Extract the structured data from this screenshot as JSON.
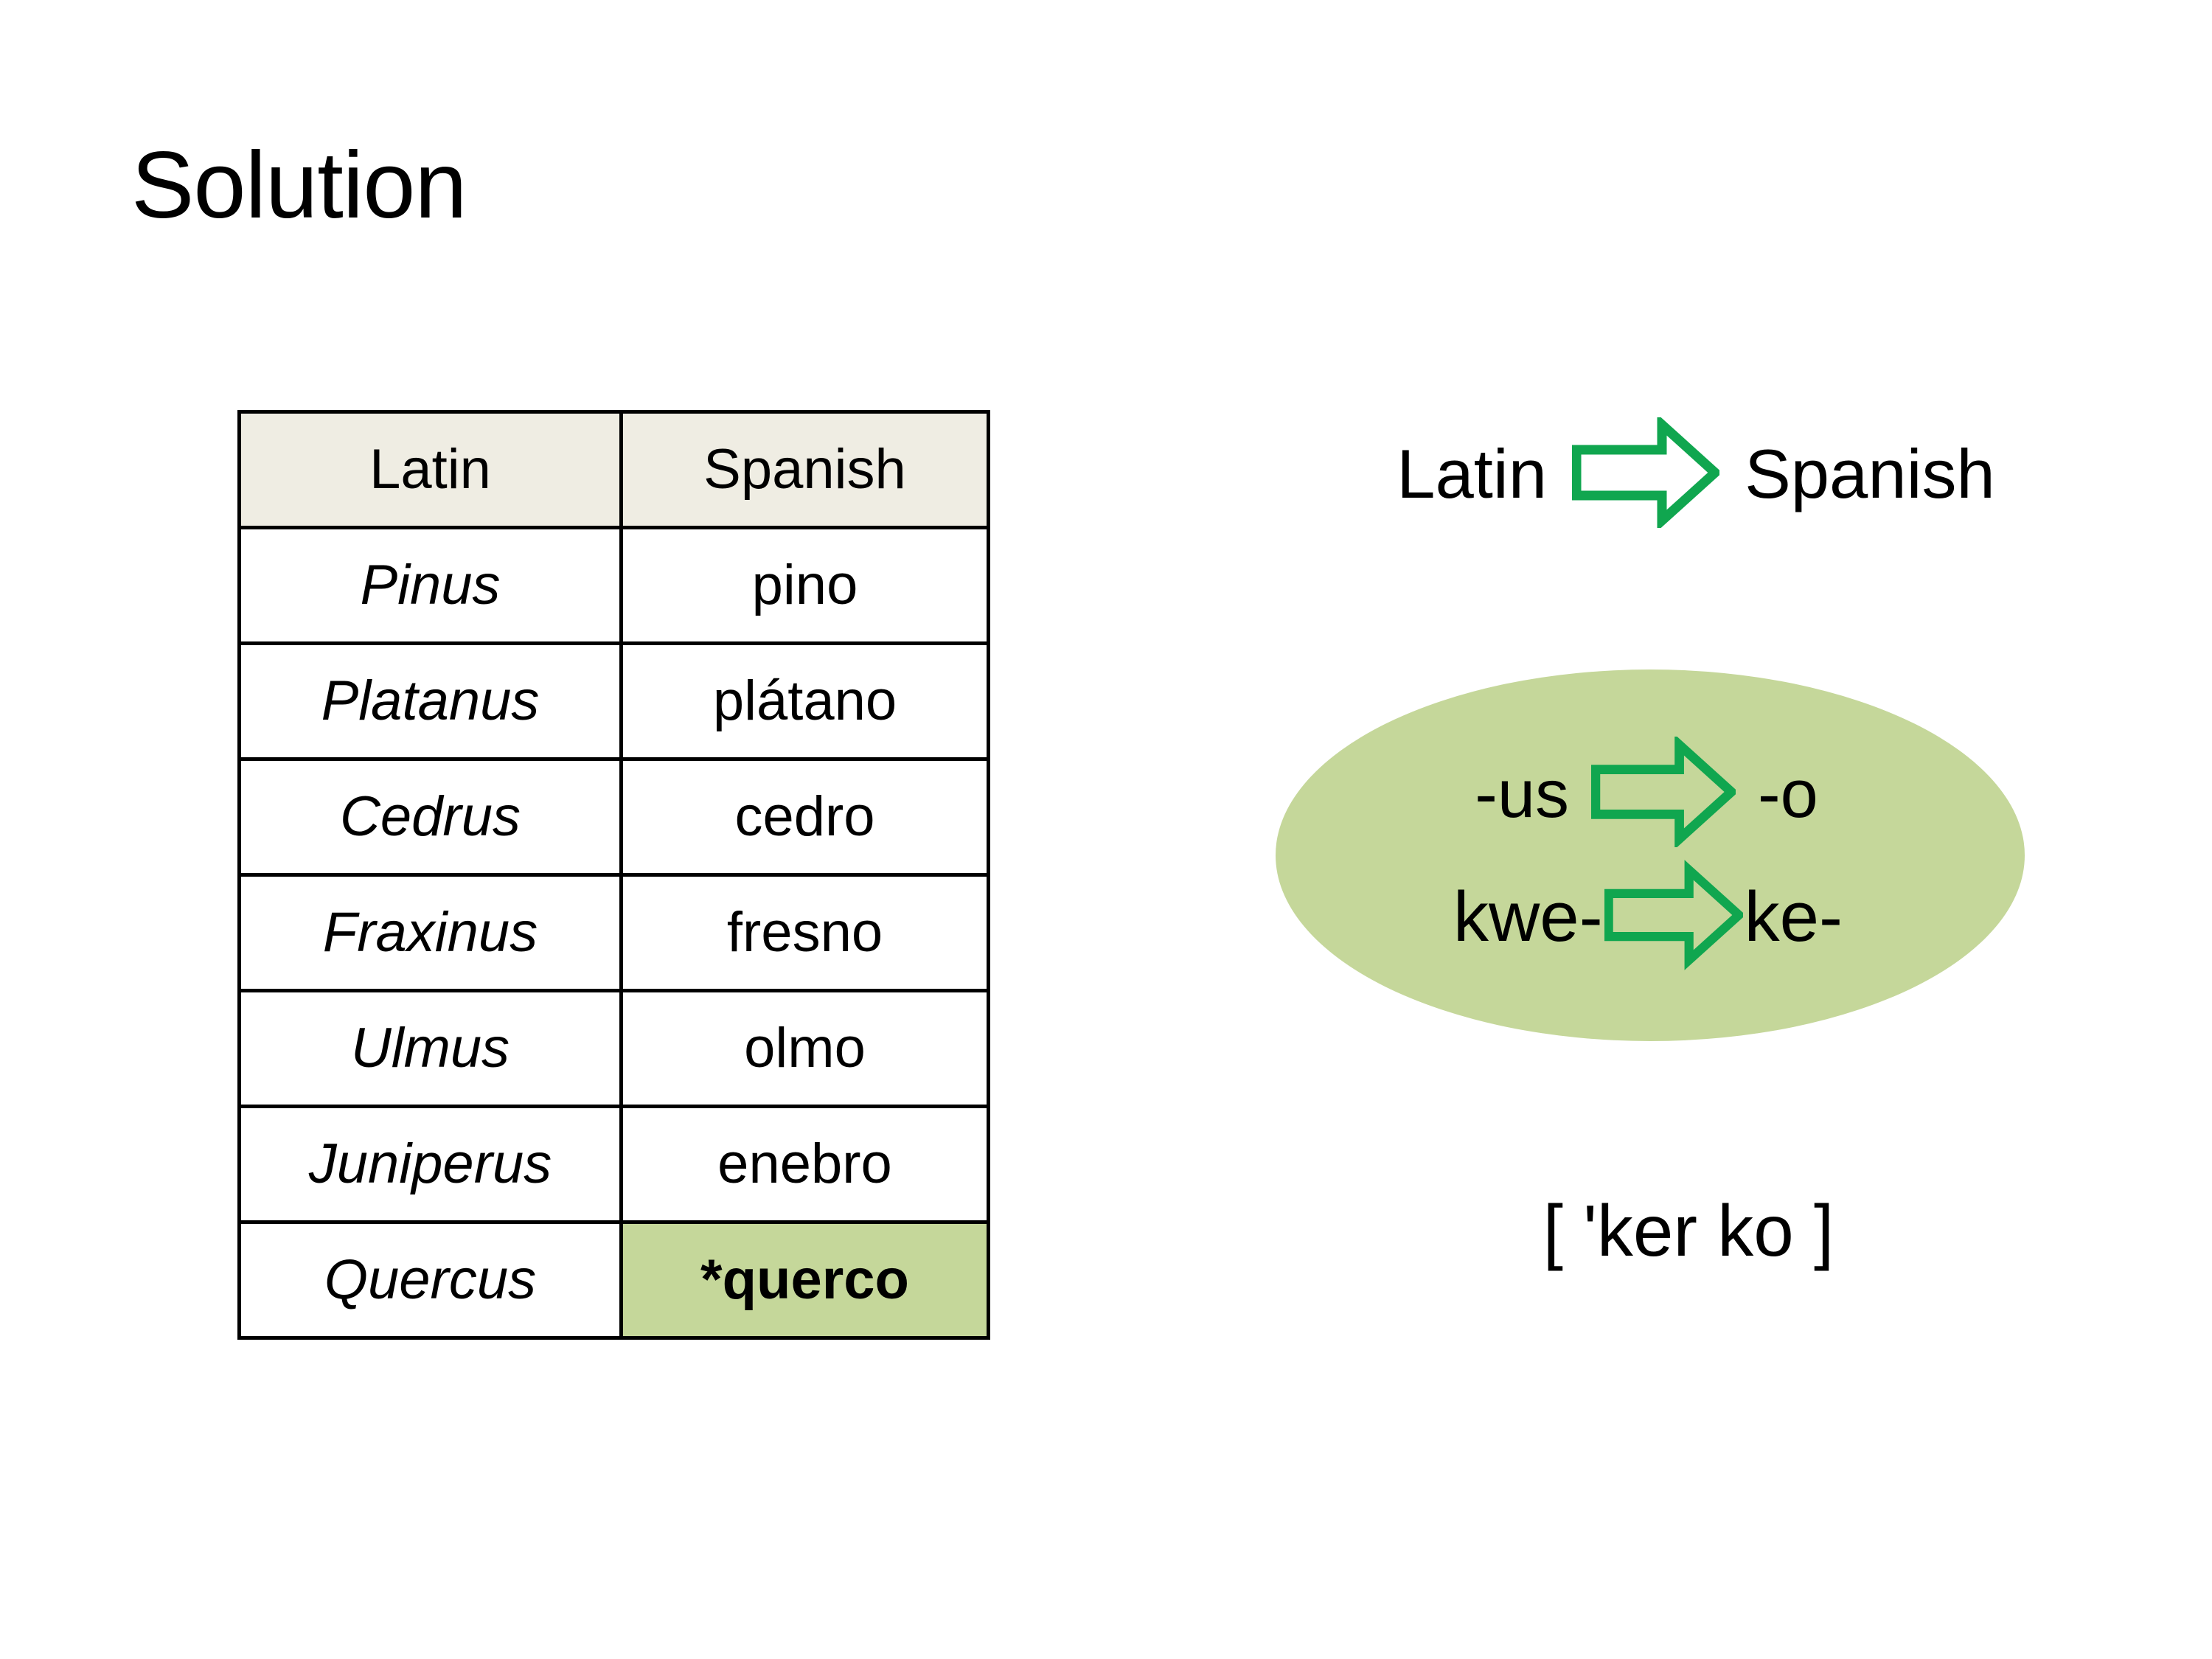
{
  "slide": {
    "title": "Solution",
    "background_color": "#FFFFFF"
  },
  "colors": {
    "table_header_bg": "#EFEDE3",
    "highlight_bg": "#C5D79A",
    "ellipse_bg": "#C5D79A",
    "arrow_stroke": "#10A64F",
    "arrow_fill": "#FFFFFF",
    "border": "#000000",
    "text": "#000000"
  },
  "table": {
    "columns": [
      "Latin",
      "Spanish"
    ],
    "rows": [
      {
        "latin": "Pinus",
        "spanish": "pino",
        "highlight": false
      },
      {
        "latin": "Platanus",
        "spanish": "plátano",
        "highlight": false
      },
      {
        "latin": "Cedrus",
        "spanish": "cedro",
        "highlight": false
      },
      {
        "latin": "Fraxinus",
        "spanish": "fresno",
        "highlight": false
      },
      {
        "latin": "Ulmus",
        "spanish": "olmo",
        "highlight": false
      },
      {
        "latin": "Juniperus",
        "spanish": "enebro",
        "highlight": false
      },
      {
        "latin": "Quercus",
        "spanish": "*querco",
        "highlight": true
      }
    ]
  },
  "mapping": {
    "source_label": "Latin",
    "target_label": "Spanish",
    "arrow_icon": "block-arrow-right-icon"
  },
  "sound_rules": [
    {
      "from": "-us",
      "to": "-o",
      "arrow_icon": "block-arrow-right-icon"
    },
    {
      "from": "kwe-",
      "to": "ke-",
      "arrow_icon": "block-arrow-right-icon"
    }
  ],
  "phonetic": {
    "transcription": "[ 'ker ko ]"
  }
}
